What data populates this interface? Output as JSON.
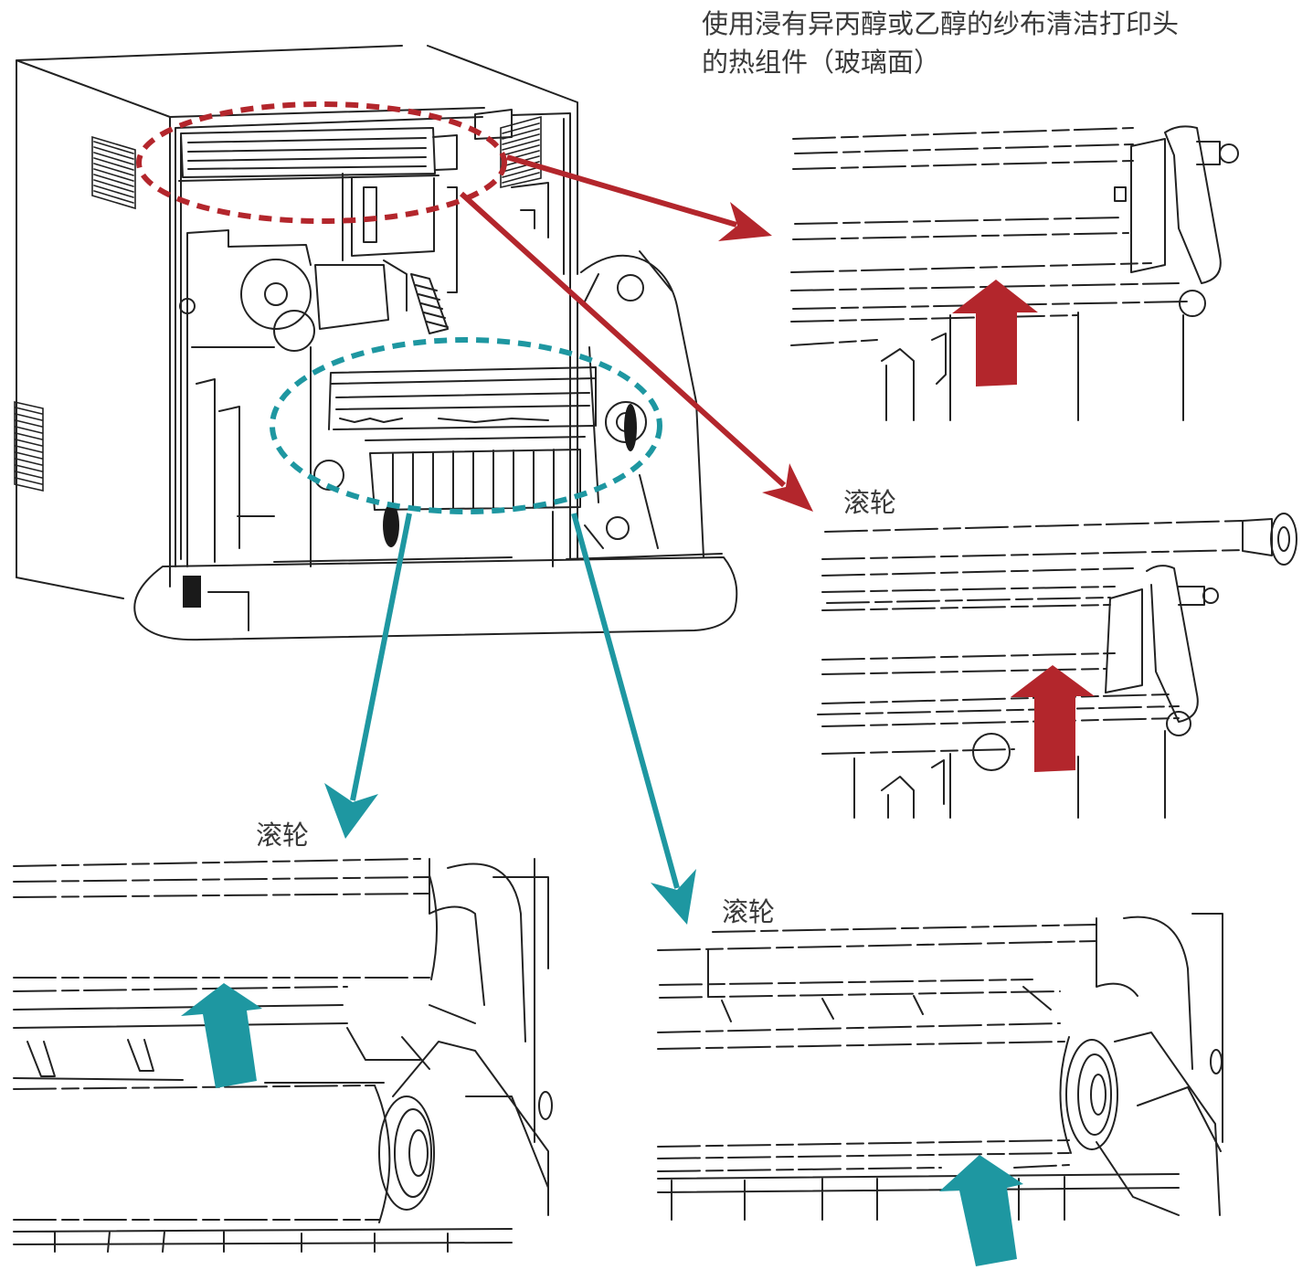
{
  "instruction": {
    "line1": "使用浸有异丙醇或乙醇的纱布清洁打印头",
    "line2": "的热组件（玻璃面）"
  },
  "labels": {
    "roller_right": "滚轮",
    "roller_bottom_left": "滚轮",
    "roller_bottom_right": "滚轮"
  },
  "colors": {
    "printhead_highlight": "#b3262c",
    "roller_highlight": "#1e97a1"
  }
}
